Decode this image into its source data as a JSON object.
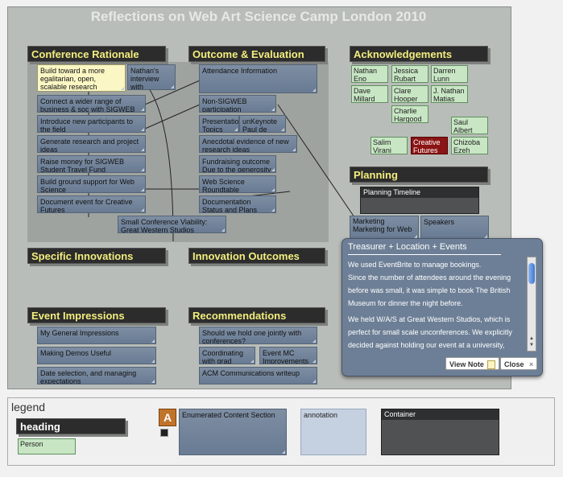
{
  "title": "Reflections on Web Art Science Camp London 2010",
  "headings": {
    "rationale": "Conference Rationale",
    "outcome": "Outcome & Evaluation",
    "ack": "Acknowledgements",
    "planning": "Planning",
    "innovations": "Specific Innovations",
    "innov_outcomes": "Innovation Outcomes",
    "impressions": "Event Impressions",
    "recommendations": "Recommendations"
  },
  "rationale": {
    "yellow": "Build toward a more egalitarian, open, scalable research",
    "nathan": "Nathan's interview with Creative",
    "items": [
      "Connect a wider range of business & soc with SIGWEB",
      "Introduce new participants to the field",
      "Generate research and project ideas",
      "Raise money for SIGWEB Student Travel Fund",
      "Build ground support for Web Science",
      "Document event for Creative Futures"
    ],
    "small_conf": "Small Conference Viability: Great Western Studios"
  },
  "outcome": {
    "attendance": "Attendance Information",
    "nonsigweb": "Non-SIGWEB participation",
    "presentation": "Presentation Topics",
    "unkeynote": "unKeynote Paul de Bra's",
    "anecdotal": "Anecdotal evidence of new research ideas",
    "fundraising": "Fundraising outcome Due to the generosity",
    "roundtable": "Web Science Roundtable",
    "documentation": "Documentation Status and Plans"
  },
  "ack": {
    "people": [
      "Nathan Eno",
      "Jessica Rubart",
      "Darren Lunn",
      "Dave Millard",
      "Clare Hooper",
      "J. Nathan Matias",
      "Charlie Hargood",
      "Saul Albert",
      "Salim Virani",
      "Creative Futures",
      "Chizoba Ezeh"
    ]
  },
  "planning": {
    "timeline": "Planning Timeline",
    "marketing": "Marketing",
    "marketing_note": "Marketing for Web",
    "speakers": "Speakers"
  },
  "impressions": [
    "My General Impressions",
    "Making Demos Useful",
    "Date selection, and managing expectations"
  ],
  "recommendations": [
    "Should we hold one jointly with conferences?",
    "Coordinating with grad",
    "Event MC Improvements",
    "ACM Communications writeup"
  ],
  "popup": {
    "title": "Treasurer + Location + Events",
    "paragraphs": [
      "We used EventBrite to manage bookings.",
      "Since the number of attendees around the evening before was small, it was simple to book The British Museum for dinner the night before.",
      "We held W/A/S at Great Western Studios, which is perfect for small scale unconferences. We explicitly decided against holding our event at a university,"
    ],
    "view_note": "View Note",
    "close": "Close"
  },
  "legend": {
    "label": "legend",
    "heading": "heading",
    "person": "Person",
    "badge": "A",
    "enumerated": "Enumerated Content Section",
    "annotation": "annotation",
    "container": "Container"
  }
}
